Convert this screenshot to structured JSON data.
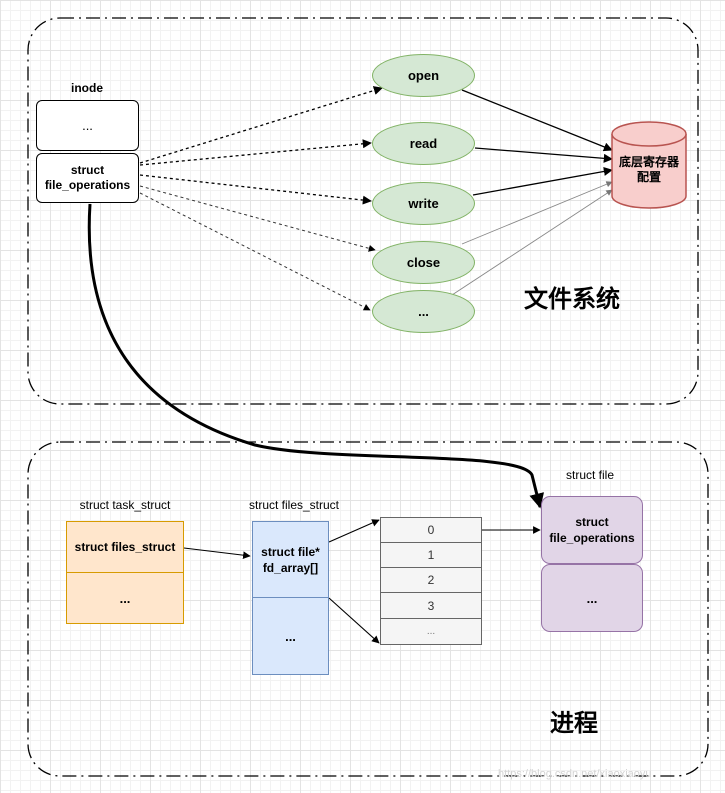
{
  "filesystem": {
    "title": "文件系统",
    "inode_label": "inode",
    "inode_top": "...",
    "inode_fops": [
      "struct",
      "file_operations"
    ],
    "ops": [
      "open",
      "read",
      "write",
      "close",
      "..."
    ],
    "storage": [
      "底层寄存器",
      "配置"
    ]
  },
  "process": {
    "title": "进程",
    "task_struct": {
      "label": "struct task_struct",
      "field": "struct files_struct",
      "more": "..."
    },
    "files_struct": {
      "label": "struct files_struct",
      "field": [
        "struct file*",
        "fd_array[]"
      ],
      "more": "..."
    },
    "fd_array": [
      "0",
      "1",
      "2",
      "3",
      "..."
    ],
    "file": {
      "label": "struct file",
      "field": [
        "struct",
        "file_operations"
      ],
      "more": "..."
    }
  },
  "watermark": "https://blog.csdn.net/xiaoxiaoyu"
}
